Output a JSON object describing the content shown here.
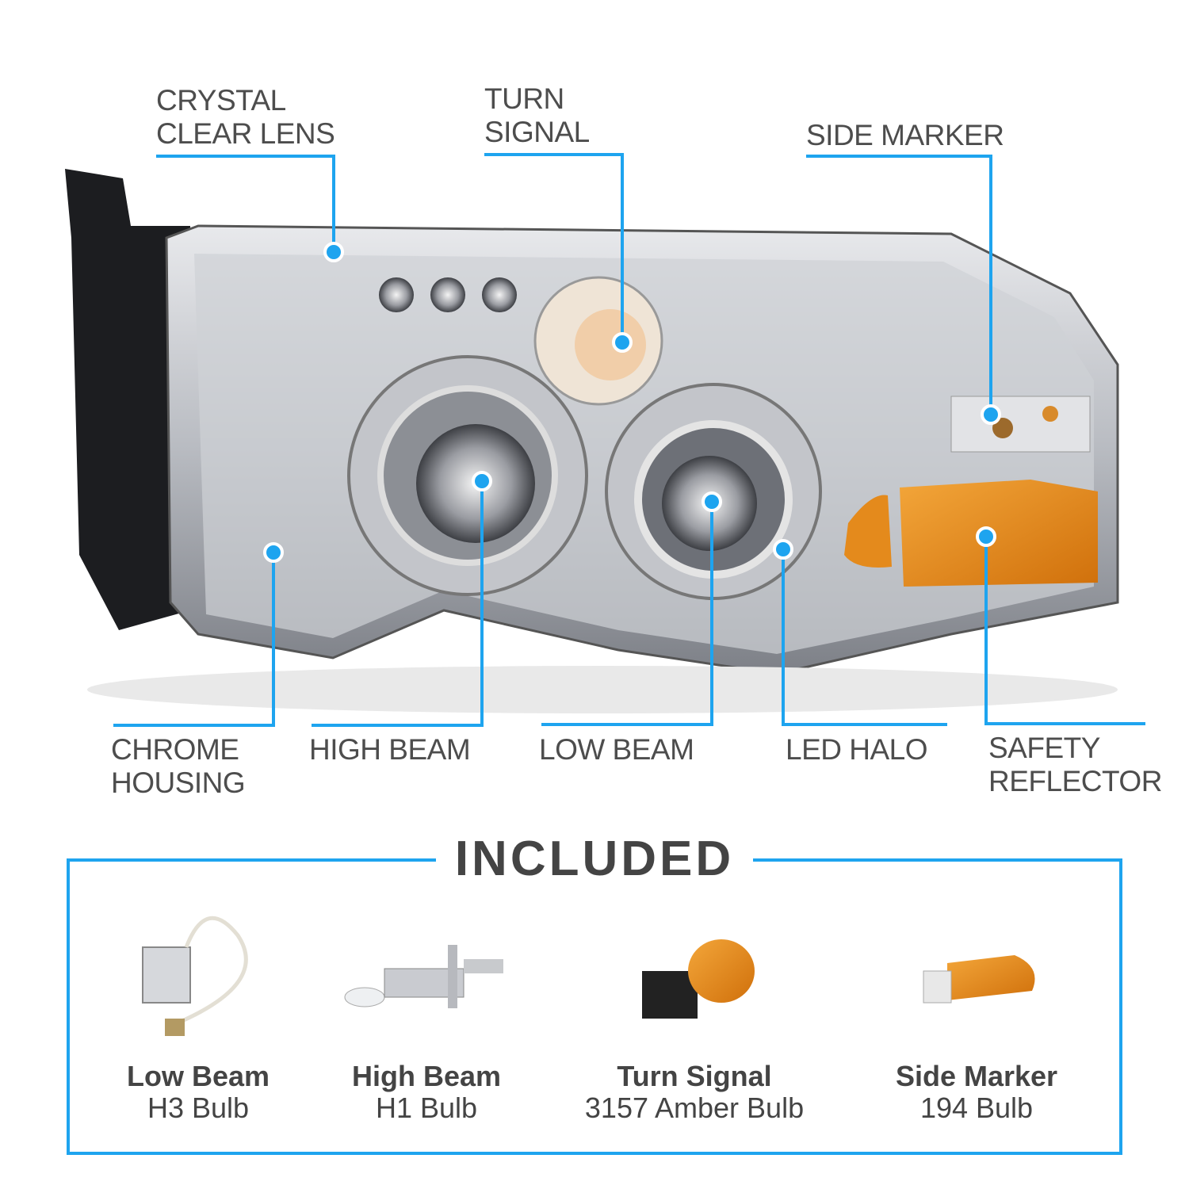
{
  "accent_color": "#1ea4ef",
  "callouts": {
    "crystal_clear_lens": "CRYSTAL\nCLEAR LENS",
    "turn_signal": "TURN\nSIGNAL",
    "side_marker": "SIDE MARKER",
    "chrome_housing": "CHROME\nHOUSING",
    "high_beam": "HIGH BEAM",
    "low_beam": "LOW BEAM",
    "led_halo": "LED HALO",
    "safety_reflector": "SAFETY\nREFLECTOR"
  },
  "included": {
    "title": "INCLUDED",
    "items": [
      {
        "name": "Low Beam",
        "bulb": "H3 Bulb"
      },
      {
        "name": "High Beam",
        "bulb": "H1 Bulb"
      },
      {
        "name": "Turn Signal",
        "bulb": "3157 Amber Bulb"
      },
      {
        "name": "Side Marker",
        "bulb": "194 Bulb"
      }
    ]
  }
}
